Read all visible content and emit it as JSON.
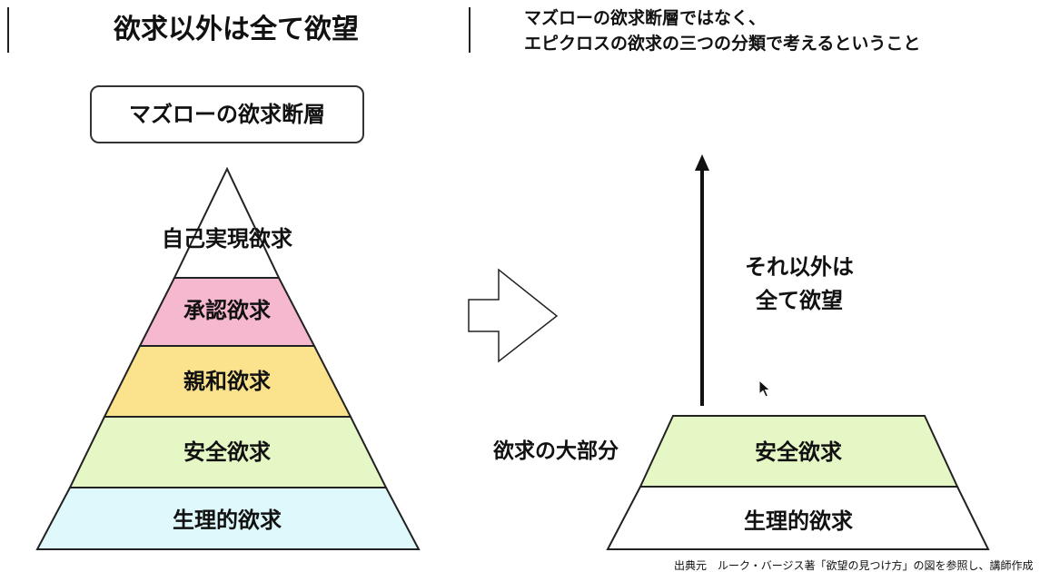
{
  "header": {
    "title": "欲求以外は全て欲望",
    "subtitle_lines": [
      "マズローの欲求断層ではなく、",
      "エピクロスの欲求の三つの分類で考えるということ"
    ]
  },
  "maslow": {
    "box_label": "マズローの欲求断層",
    "levels": [
      {
        "label": "自己実現欲求",
        "color": "#ffffff"
      },
      {
        "label": "承認欲求",
        "color": "#f6b8cf"
      },
      {
        "label": "親和欲求",
        "color": "#fbe38e"
      },
      {
        "label": "安全欲求",
        "color": "#e6f7c6"
      },
      {
        "label": "生理的欲求",
        "color": "#dff8fb"
      }
    ]
  },
  "epicurus": {
    "arrow_label_lines": [
      "それ以外は",
      "全て欲望"
    ],
    "side_label": "欲求の大部分",
    "levels": [
      {
        "label": "安全欲求",
        "color": "#e6f7c6"
      },
      {
        "label": "生理的欲求",
        "color": "#ffffff"
      }
    ]
  },
  "source_note": "出典元　ルーク・バージス著「欲望の見つけ方」の図を参照し、講師作成",
  "colors": {
    "stroke": "#222222",
    "arrow_fill": "#ffffff"
  }
}
